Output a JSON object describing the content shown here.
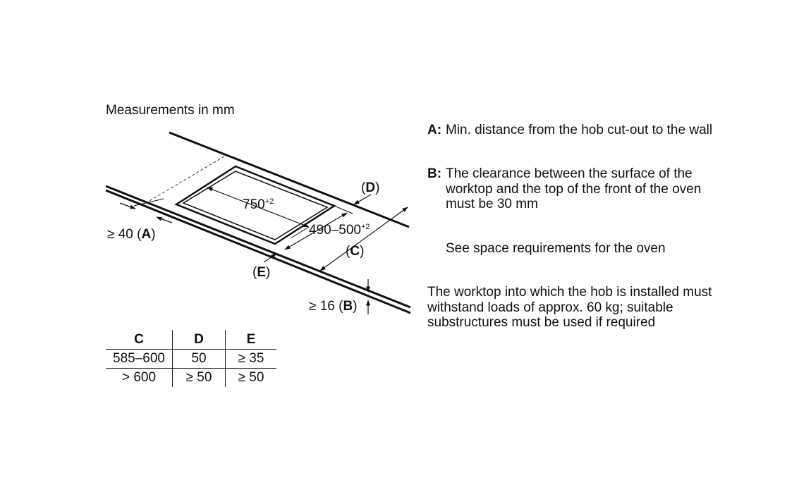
{
  "caption": "Measurements in mm",
  "labels": {
    "D": "D",
    "width_value": "750",
    "width_sup": "+2",
    "depth_value": "490–500",
    "depth_sup": "+2",
    "C": "C",
    "A_prefix": "≥ 40",
    "A": "A",
    "E": "E",
    "B_prefix": "≥ 16",
    "B": "B"
  },
  "table": {
    "headers": [
      "C",
      "D",
      "E"
    ],
    "rows": [
      [
        "585–600",
        "50",
        "≥ 35"
      ],
      [
        "> 600",
        "≥ 50",
        "≥ 50"
      ]
    ]
  },
  "notes": {
    "a_key": "A:",
    "a_text": "Min. distance from the hob cut-out to the wall",
    "b_key": "B:",
    "b_text": "The clearance between the surface of the worktop and the top of the front of the oven must be 30 mm",
    "c_text": "See space requirements for the oven",
    "d_text": "The worktop into which the hob is installed must withstand loads of approx. 60 kg; suitable substructures must be used if required"
  }
}
